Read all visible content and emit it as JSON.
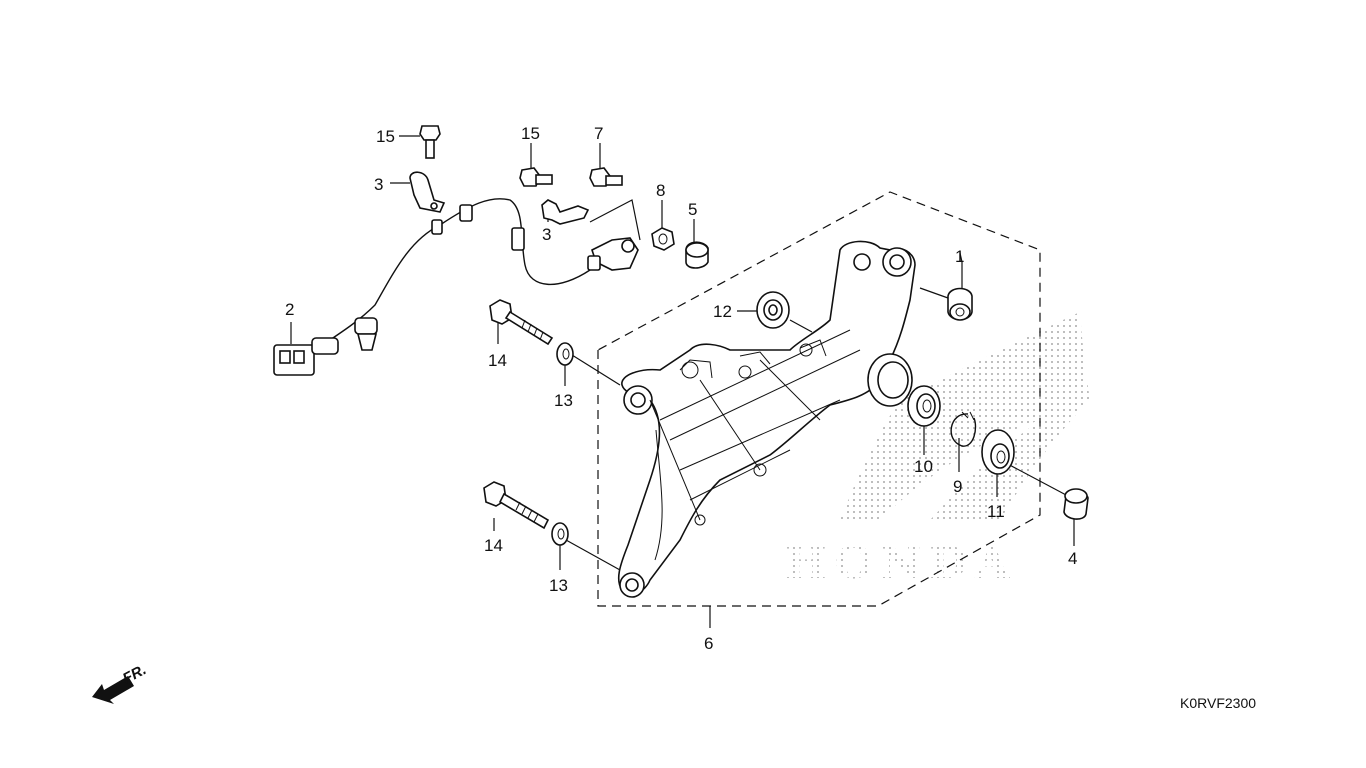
{
  "diagram": {
    "code": "K0RVF2300",
    "front_label": "FR.",
    "watermark_text": "HONDA",
    "callouts": {
      "c1": "1",
      "c2": "2",
      "c3a": "3",
      "c3b": "3",
      "c4": "4",
      "c5": "5",
      "c6": "6",
      "c7": "7",
      "c8": "8",
      "c9": "9",
      "c10": "10",
      "c11": "11",
      "c12": "12",
      "c13a": "13",
      "c13b": "13",
      "c14a": "14",
      "c14b": "14",
      "c15a": "15",
      "c15b": "15"
    }
  }
}
